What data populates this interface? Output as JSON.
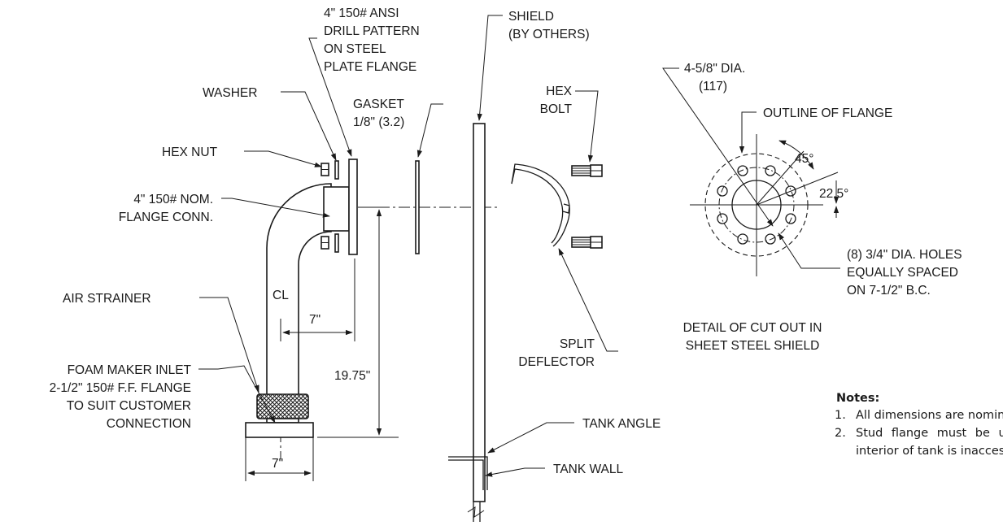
{
  "labels": {
    "drill_pattern": [
      "4\" 150# ANSI",
      "DRILL PATTERN",
      "ON STEEL",
      "PLATE FLANGE"
    ],
    "washer": "WASHER",
    "hex_nut": "HEX NUT",
    "gasket": [
      "GASKET",
      "1/8\" (3.2)"
    ],
    "flange_conn": [
      "4\" 150# NOM.",
      "FLANGE CONN."
    ],
    "air_strainer": "AIR STRAINER",
    "foam_maker": [
      "FOAM MAKER INLET",
      "2-1/2\" 150# F.F. FLANGE",
      "TO SUIT CUSTOMER",
      "CONNECTION"
    ],
    "shield": [
      "SHIELD",
      "(BY OTHERS)"
    ],
    "hex_bolt": [
      "HEX",
      "BOLT"
    ],
    "split_deflector": [
      "SPLIT",
      "DEFLECTOR"
    ],
    "tank_angle": "TANK ANGLE",
    "tank_wall": "TANK WALL",
    "centerline": "CL",
    "dia": [
      "4-5/8\" DIA.",
      "(117)"
    ],
    "outline_flange": "OUTLINE OF FLANGE",
    "angle_45": "45°",
    "angle_22": "22.5°",
    "holes": [
      "(8) 3/4\" DIA. HOLES",
      "EQUALLY SPACED",
      "ON 7-1/2\" B.C."
    ],
    "detail": [
      "DETAIL OF CUT OUT IN",
      "SHEET STEEL SHIELD"
    ]
  },
  "dimensions": {
    "upper_7": "7\"",
    "height": "19.75\"",
    "lower_7": "7\""
  },
  "notes": {
    "title": "Notes:",
    "items": [
      {
        "num": "1.",
        "text": "All dimensions are nominal."
      },
      {
        "num": "2.",
        "text": "Stud flange must be used if interior of tank is inaccessible."
      }
    ]
  }
}
